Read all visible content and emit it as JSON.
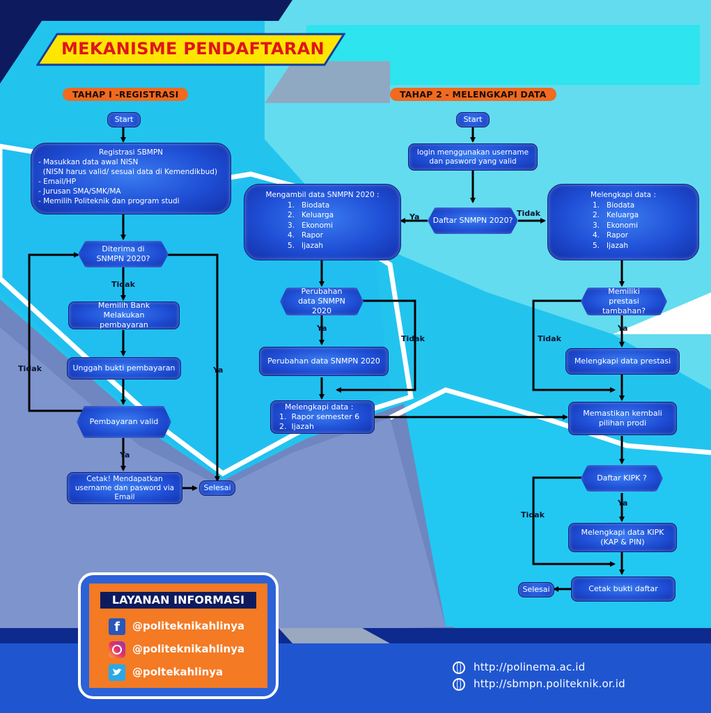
{
  "title": "MEKANISME PENDAFTARAN",
  "stage1": {
    "tag": "TAHAP I -REGISTRASI",
    "start": "Start",
    "registrasi": {
      "title": "Registrasi SBMPN",
      "lines": [
        "- Masukkan data awal NISN",
        "  (NISN harus valid/ sesuai data di Kemendikbud)",
        "- Email/HP",
        "- Jurusan SMA/SMK/MA",
        "- Memilih Politeknik dan program studi"
      ]
    },
    "diterima": "Diterima di SNMPN 2020?",
    "tidak_1": "Tidak",
    "bank": "Memilih Bank Melakukan pembayaran",
    "unggah": "Unggah bukti pembayaran",
    "valid": "Pembayaran valid",
    "tidak_loop": "Tidak",
    "ya_valid": "Ya",
    "cetak": "Cetak! Mendapatkan username dan pasword via Email",
    "ya_right": "Ya",
    "selesai": "Selesai"
  },
  "stage2": {
    "tag": "TAHAP 2 - MELENGKAPI DATA",
    "start": "Start",
    "login": "login menggunakan username dan pasword yang valid",
    "daftar": "Daftar SNMPN 2020?",
    "ya": "Ya",
    "tidak": "Tidak",
    "ambil": {
      "title": "Mengambil data SNMPN 2020 :",
      "items": [
        "1.   Biodata",
        "2.   Keluarga",
        "3.   Ekonomi",
        "4.   Rapor",
        "5.   Ijazah"
      ]
    },
    "lengkapi1": {
      "title": "Melengkapi data :",
      "items": [
        "1.   Biodata",
        "2.   Keluarga",
        "3.   Ekonomi",
        "4.   Rapor",
        "5.   Ijazah"
      ]
    },
    "perubahan_q": "Perubahan data SNMPN 2020",
    "ya_perubahan": "Ya",
    "tidak_perubahan": "Tidak",
    "perubahan": "Perubahan data SNMPN 2020",
    "lengkapi2": {
      "title": "Melengkapi data :",
      "items": [
        "1.  Rapor semester 6",
        "2.  Ijazah"
      ]
    },
    "prestasi_q": "Memiliki prestasi tambahan?",
    "ya_prestasi": "Ya",
    "tidak_prestasi": "Tidak",
    "prestasi": "Melengkapi data prestasi",
    "memastikan": "Memastikan kembali pilihan prodi",
    "kipk_q": "Daftar KIPK ?",
    "ya_kipk": "Ya",
    "tidak_kipk": "Tidak",
    "kipk": "Melengkapi data KIPK (KAP & PIN)",
    "cetak": "Cetak bukti daftar",
    "selesai": "Selesai"
  },
  "info": {
    "title": "LAYANAN INFORMASI",
    "accounts": [
      {
        "icon": "facebook-icon",
        "handle": "@politeknikahlinya"
      },
      {
        "icon": "instagram-icon",
        "handle": "@politeknikahlinya"
      },
      {
        "icon": "twitter-icon",
        "handle": "@poltekahlinya"
      }
    ]
  },
  "urls": [
    "http://polinema.ac.id",
    "http://sbmpn.politeknik.or.id"
  ],
  "colors": {
    "accent_orange": "#f06a1f",
    "title_yellow": "#ffe600",
    "title_red": "#e0141e",
    "node_blue": "#1f4fd6",
    "navy": "#0d1b5e"
  }
}
